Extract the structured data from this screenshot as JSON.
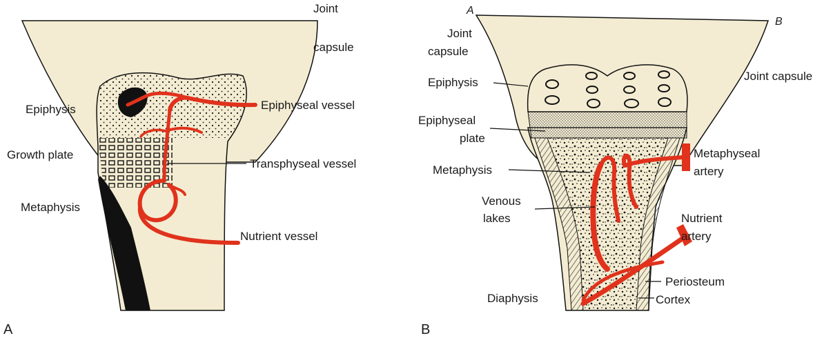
{
  "colors": {
    "bone": "#f3ecd2",
    "vessel": "#e0321c",
    "ink": "#111111"
  },
  "panelA": {
    "letter": "A",
    "labels": {
      "joint_capsule_1": "Joint",
      "joint_capsule_2": "capsule",
      "epiphysis": "Epiphysis",
      "growth_plate": "Growth plate",
      "metaphysis": "Metaphysis",
      "epiphyseal_vessel": "Epiphyseal vessel",
      "transphyseal_vessel": "Transphyseal vessel",
      "nutrient_vessel": "Nutrient vessel"
    }
  },
  "panelB": {
    "letter": "B",
    "corner_a": "A",
    "corner_b": "B",
    "labels": {
      "joint_capsule_left_1": "Joint",
      "joint_capsule_left_2": "capsule",
      "joint_capsule_right": "Joint capsule",
      "epiphysis": "Epiphysis",
      "epiphyseal_plate_1": "Epiphyseal",
      "epiphyseal_plate_2": "plate",
      "metaphysis": "Metaphysis",
      "venous_lakes_1": "Venous",
      "venous_lakes_2": "lakes",
      "metaphyseal_artery_1": "Metaphyseal",
      "metaphyseal_artery_2": "artery",
      "nutrient_artery_1": "Nutrient",
      "nutrient_artery_2": "artery",
      "periosteum": "Periosteum",
      "cortex": "Cortex",
      "diaphysis": "Diaphysis"
    }
  }
}
